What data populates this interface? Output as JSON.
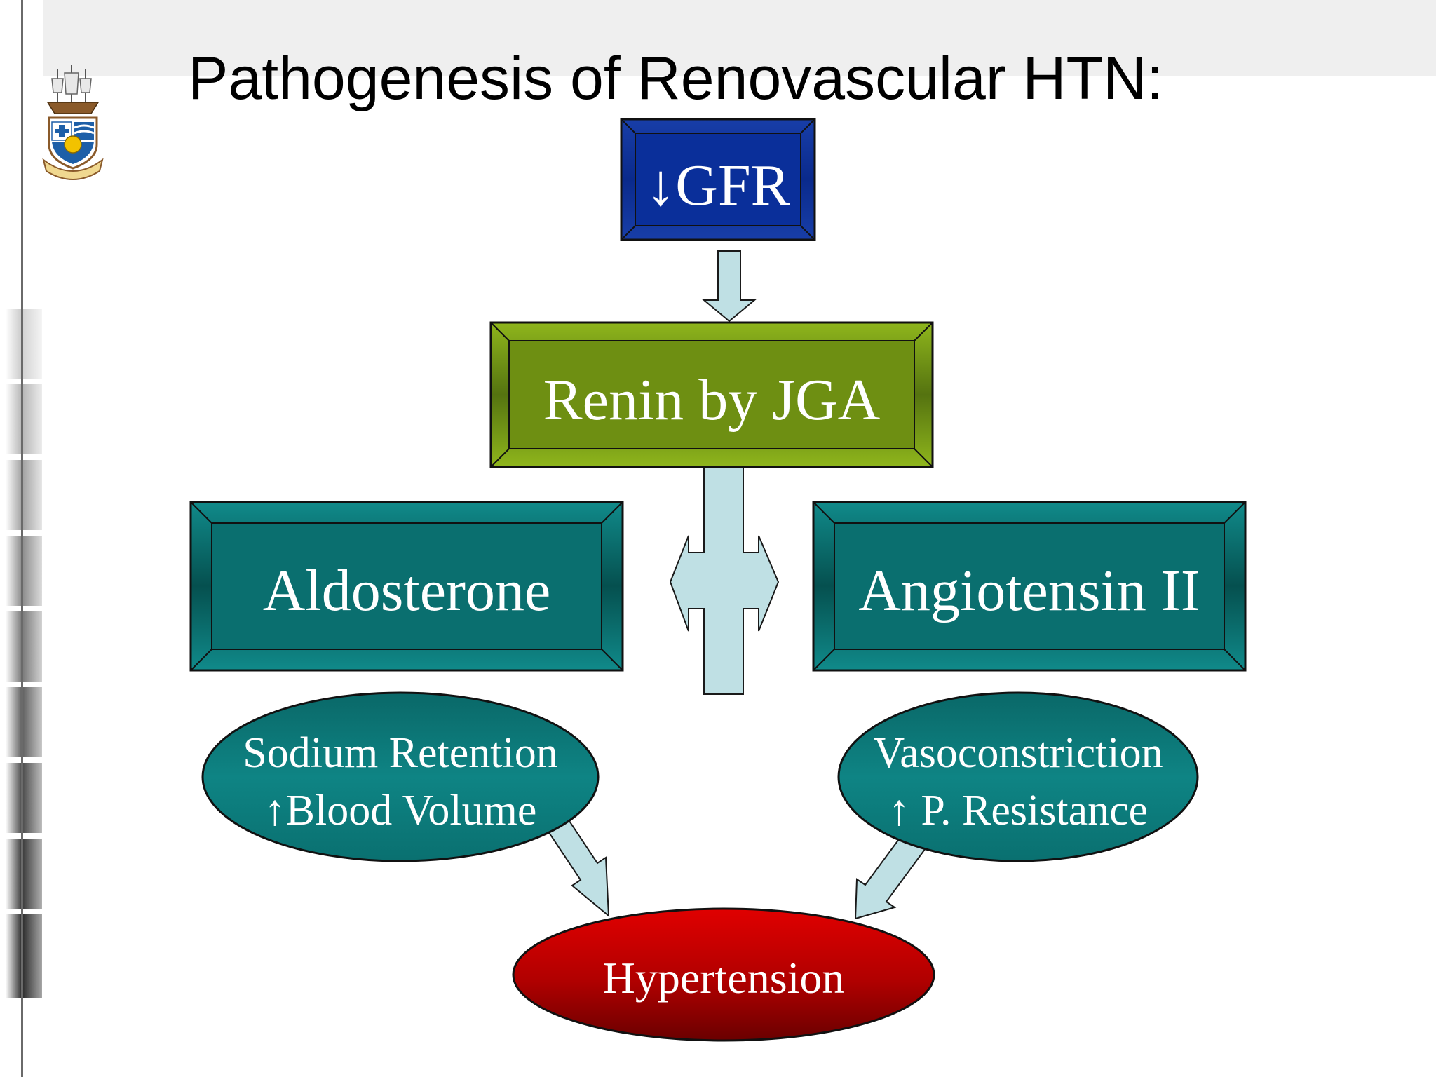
{
  "slide": {
    "title": "Pathogenesis of Renovascular HTN:"
  },
  "diagram": {
    "nodes": {
      "gfr": {
        "label": "↓GFR",
        "color": "#0a2f9a"
      },
      "renin": {
        "label": "Renin by JGA",
        "color": "#7fa315"
      },
      "aldosterone": {
        "label": "Aldosterone",
        "color": "#0a7878"
      },
      "angiotensin": {
        "label": "Angiotensin II",
        "color": "#0a7878"
      },
      "sodium": {
        "line1": "Sodium Retention",
        "line2": "↑Blood Volume",
        "color": "#0a7878"
      },
      "vaso": {
        "line1": "Vasoconstriction",
        "line2": "↑ P. Resistance",
        "color": "#0a7878"
      },
      "hypertension": {
        "label": "Hypertension",
        "color": "#cc0000"
      }
    },
    "edges": [
      {
        "from": "gfr",
        "to": "renin"
      },
      {
        "from": "renin",
        "to": "aldosterone"
      },
      {
        "from": "renin",
        "to": "angiotensin"
      },
      {
        "from": "sodium",
        "to": "hypertension"
      },
      {
        "from": "vaso",
        "to": "hypertension"
      }
    ],
    "arrow_fill": "#bfe0e4"
  }
}
